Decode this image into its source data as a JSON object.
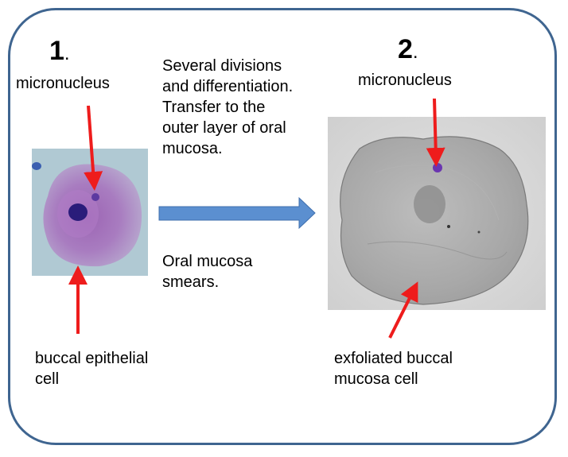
{
  "step1": {
    "number": "1",
    "dot": ".",
    "top_label": "micronucleus",
    "bottom_label": "buccal epithelial\ncell"
  },
  "step2": {
    "number": "2",
    "dot": ".",
    "top_label": "micronucleus",
    "bottom_label": "exfoliated buccal\nmucosa cell"
  },
  "process": {
    "top_text": "Several divisions\nand differentiation.\nTransfer to the\nouter layer of oral\nmucosa.",
    "bottom_text": "Oral mucosa\nsmears."
  },
  "colors": {
    "frame_border": "#3f6590",
    "arrow_red": "#ee1c1c",
    "arrow_blue": "#5b8fd0",
    "micronucleus_purple": "#7a3fb0"
  }
}
